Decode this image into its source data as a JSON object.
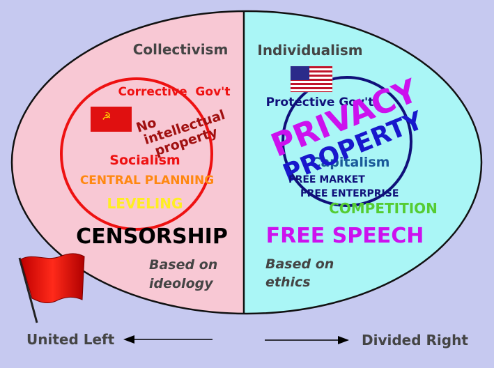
{
  "left": {
    "header": "Collectivism",
    "gov": "Corrective  Gov't",
    "ip_line1": "No",
    "ip_line2": "intellectual",
    "ip_line3": "property",
    "system": "Socialism",
    "planning": "CENTRAL PLANNING",
    "leveling": "LEVELING",
    "speech": "CENSORSHIP",
    "basis_line1": "Based on",
    "basis_line2": "ideology",
    "colors": {
      "bg": "#f8c8d4",
      "circle": "#ee1111",
      "leveling": "#ffee22",
      "planning": "#ff8811"
    }
  },
  "right": {
    "header": "Individualism",
    "gov": "Protective Gov't",
    "privacy": "PRIVACY",
    "property": "PROPERTY",
    "system": "Capitalism",
    "market": "FREE MARKET",
    "enterprise": "FREE ENTERPRISE",
    "competition": "COMPETITION",
    "speech": "FREE SPEECH",
    "basis_line1": "Based on",
    "basis_line2": "ethics",
    "colors": {
      "bg": "#aaf6f6",
      "circle": "#10107a",
      "privacy": "#cc11ee",
      "property": "#1818cc",
      "competition": "#55cc33"
    }
  },
  "footer": {
    "left_label": "United Left",
    "right_label": "Divided Right"
  },
  "icons": [
    "soviet-flag-icon",
    "us-flag-icon",
    "red-flag-icon",
    "arrow-left-icon",
    "arrow-right-icon"
  ]
}
